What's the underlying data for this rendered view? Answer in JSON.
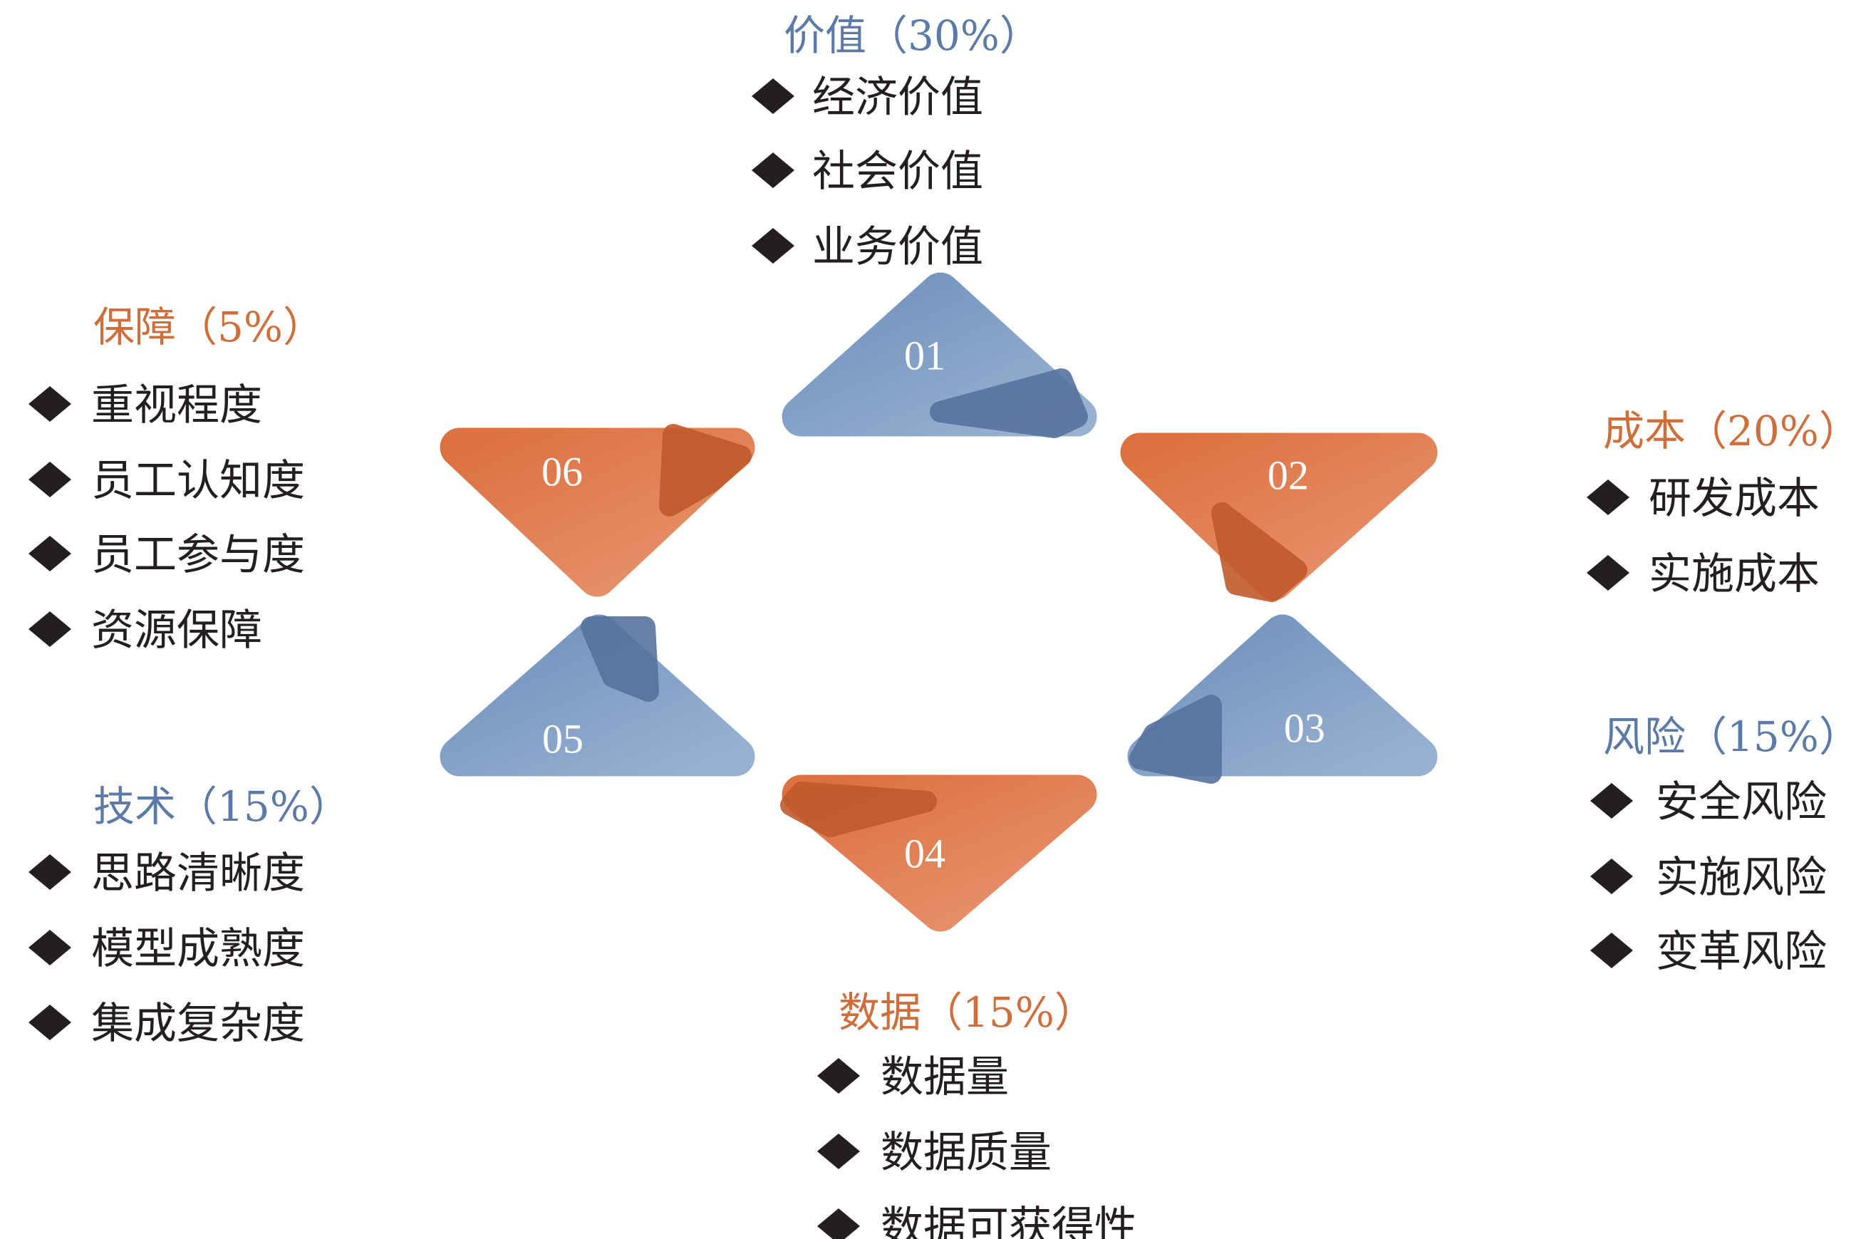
{
  "colors": {
    "blue": "#7d9dc5",
    "blue_dark": "#56739f",
    "blue_title": "#5b7aa8",
    "orange": "#e38156",
    "orange_dark": "#c05a2c",
    "orange_title": "#cf6e3b",
    "bullet": "#231f20"
  },
  "segments": [
    {
      "number": "01",
      "color": "blue",
      "title": "价值（30%）",
      "items": [
        "经济价值",
        "社会价值",
        "业务价值"
      ]
    },
    {
      "number": "02",
      "color": "orange",
      "title": "成本（20%）",
      "items": [
        "研发成本",
        "实施成本"
      ]
    },
    {
      "number": "03",
      "color": "blue",
      "title": "风险（15%）",
      "items": [
        "安全风险",
        "实施风险",
        "变革风险"
      ]
    },
    {
      "number": "04",
      "color": "orange",
      "title": "数据（15%）",
      "items": [
        "数据量",
        "数据质量",
        "数据可获得性"
      ]
    },
    {
      "number": "05",
      "color": "blue",
      "title": "技术（15%）",
      "items": [
        "思路清晰度",
        "模型成熟度",
        "集成复杂度"
      ]
    },
    {
      "number": "06",
      "color": "orange",
      "title": "保障（5%）",
      "items": [
        "重视程度",
        "员工认知度",
        "员工参与度",
        "资源保障"
      ]
    }
  ]
}
